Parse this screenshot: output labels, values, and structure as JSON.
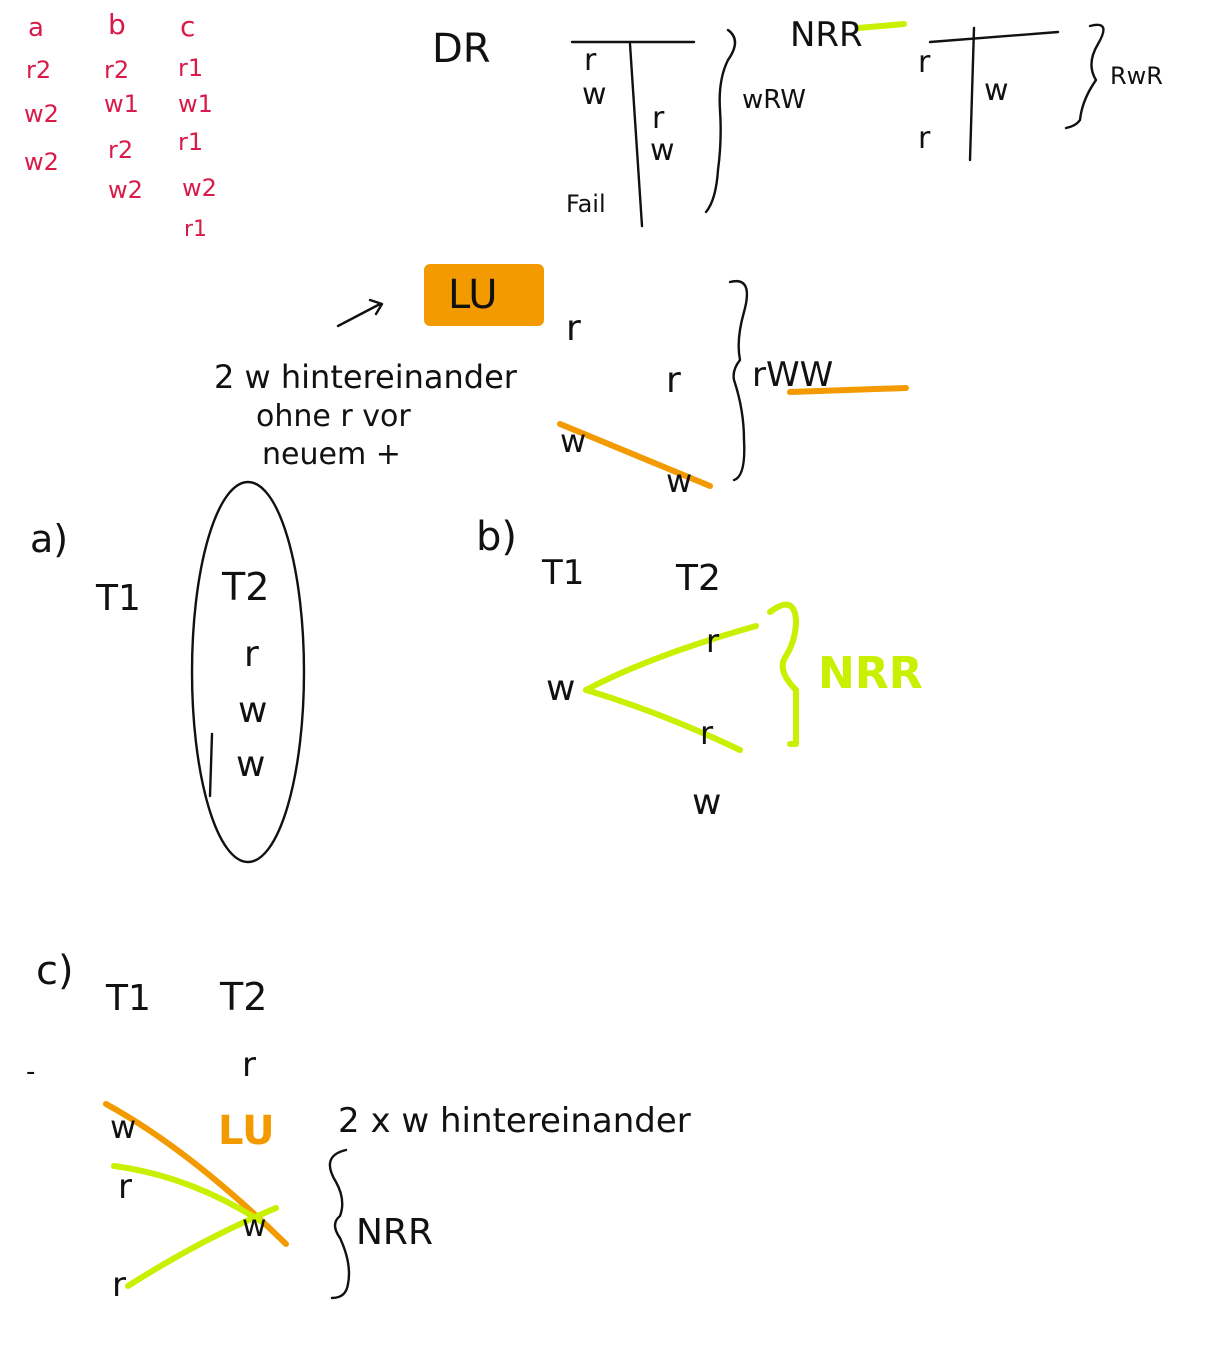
{
  "legend_columns": [
    {
      "header": "a",
      "items": [
        "r2",
        "w2",
        "w2"
      ]
    },
    {
      "header": "b",
      "items": [
        "r2",
        "w1",
        "r2",
        "w2"
      ]
    },
    {
      "header": "c",
      "items": [
        "r1",
        "w1",
        "r1",
        "w2",
        "r1"
      ]
    }
  ],
  "top": {
    "dr": "DR",
    "nrr_top": "NRR",
    "wrw": "wRW",
    "rwr": "RwR",
    "fail": "Fail",
    "r": "r",
    "w": "w"
  },
  "lu_block": {
    "lu": "LU",
    "note_line1": "2 w hintereinander",
    "note_line2": "ohne r vor",
    "note_line3": "neuem +",
    "rww": "rWW",
    "r": "r",
    "w": "w"
  },
  "part_a": {
    "label": "a)",
    "t1": "T1",
    "t2": "T2",
    "r": "r",
    "w": "w"
  },
  "part_b": {
    "label": "b)",
    "t1": "T1",
    "t2": "T2",
    "nrr": "NRR",
    "r": "r",
    "w": "w"
  },
  "part_c": {
    "label": "c)",
    "t1": "T1",
    "t2": "T2",
    "lu": "LU",
    "note": "2 x w hintereinander",
    "nrr": "NRR",
    "r": "r",
    "w": "w",
    "dash": "-"
  },
  "colors": {
    "ink": "#111111",
    "red": "#d81b4a",
    "lime": "#c8f000",
    "orange": "#f39a00"
  }
}
